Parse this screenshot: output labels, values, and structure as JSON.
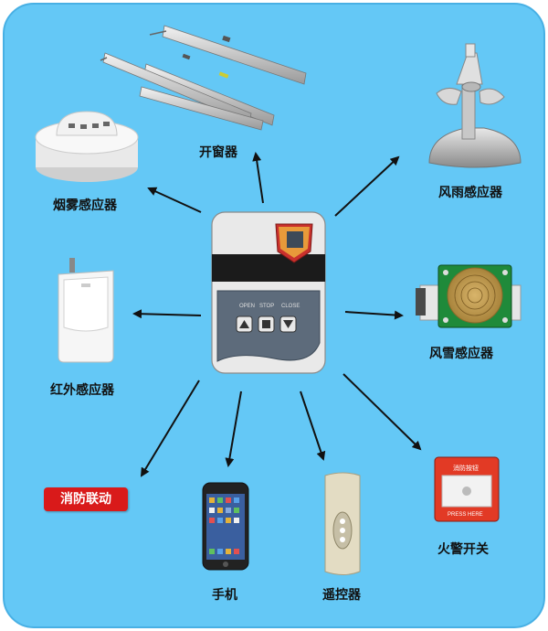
{
  "labels": {
    "window_opener": "开窗器",
    "smoke_sensor": "烟雾感应器",
    "wind_rain_sensor": "风雨感应器",
    "wind_snow_sensor": "风雪感应器",
    "infrared_sensor": "红外感应器",
    "fire_linkage": "消防联动",
    "phone": "手机",
    "remote": "遥控器",
    "fire_alarm_switch": "火警开关"
  },
  "controller": {
    "open_label": "OPEN",
    "stop_label": "STOP",
    "close_label": "CLOSE"
  },
  "fire_alarm_box": {
    "top_text": "消防按钮",
    "bottom_text": "PRESS HERE"
  },
  "colors": {
    "background": "#64c8f6",
    "badge_red": "#d91a1a",
    "arrow": "#111111"
  }
}
